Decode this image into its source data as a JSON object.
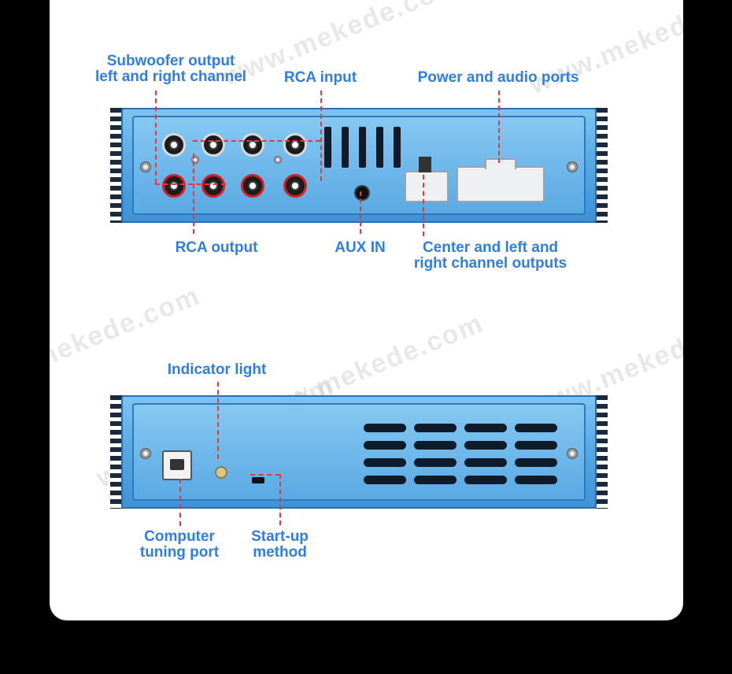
{
  "labels": {
    "subwoofer_output": [
      "Subwoofer output",
      "left and right channel"
    ],
    "rca_input": "RCA input",
    "power_audio_ports": "Power and audio ports",
    "rca_output": "RCA output",
    "aux_in": "AUX IN",
    "center_lr_outputs": [
      "Center and left and",
      "right channel outputs"
    ],
    "indicator_light": "Indicator light",
    "computer_tuning_port": [
      "Computer",
      "tuning port"
    ],
    "startup_method": [
      "Start-up",
      "method"
    ]
  },
  "watermark": "www.mekede.com",
  "colors": {
    "label": "#2f7ee6",
    "leader": "#e23a3a",
    "panel": "#5aa9e3",
    "background": "#000000"
  }
}
